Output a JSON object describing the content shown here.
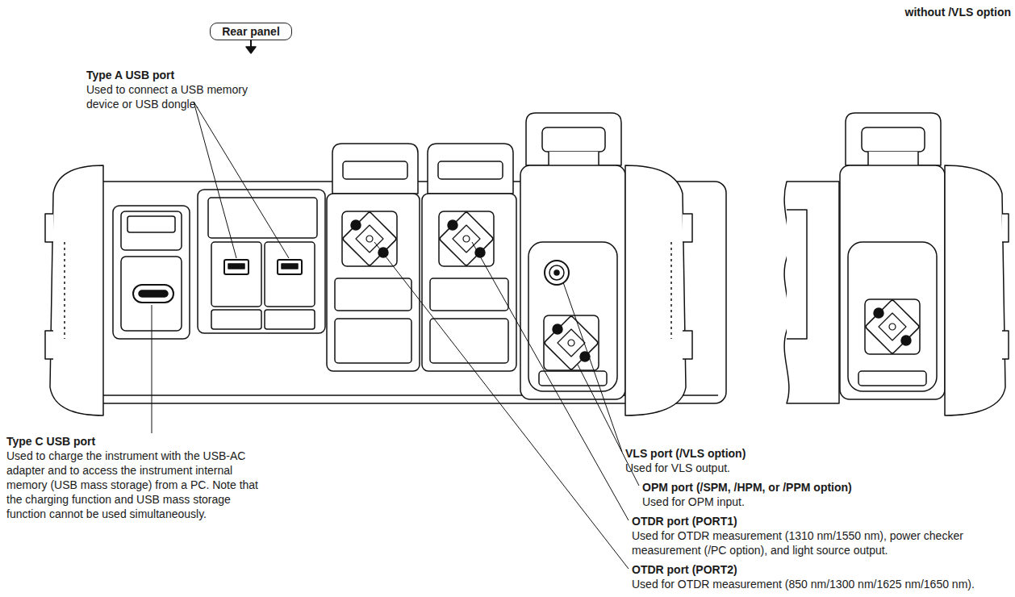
{
  "diagram": {
    "nodes": [
      {
        "text": [
          "Rear panel"
        ]
      }
    ],
    "labels": [
      "without /VLS option",
      "Type A USB port",
      "Used to connect a USB memory device or USB dongle.",
      "Type C USB port",
      "Used to charge the instrument with the USB-AC adapter and to access the instrument internal memory (USB mass storage) from a PC. Note that the charging function and USB mass storage function cannot be used simultaneously.",
      "VLS port (/VLS option)",
      "Used for VLS output.",
      "OPM port (/SPM, /HPM, or /PPM option)",
      "Used for OPM input.",
      "OTDR port (PORT1)",
      "Used for OTDR measurement (1310 nm/1550 nm), power checker measurement (/PC option), and light source output.",
      "OTDR port (PORT2)",
      "Used for OTDR measurement (850 nm/1300 nm/1625 nm/1650 nm)."
    ]
  }
}
